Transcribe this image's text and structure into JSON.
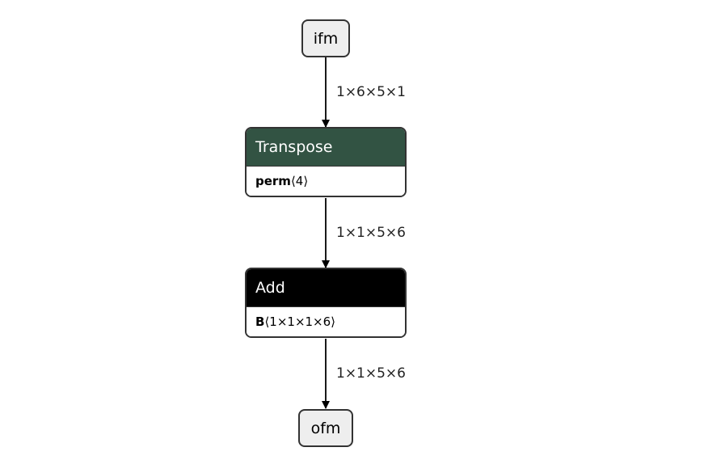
{
  "colors": {
    "transpose_header": "#325343",
    "add_header": "#000000",
    "io_fill": "#eeeeee",
    "border": "#333333"
  },
  "nodes": {
    "input": {
      "label": "ifm"
    },
    "transpose": {
      "title": "Transpose",
      "attr_name": "perm",
      "attr_value": "⟨4⟩"
    },
    "add": {
      "title": "Add",
      "attr_name": "B",
      "attr_value": "⟨1×1×1×6⟩"
    },
    "output": {
      "label": "ofm"
    }
  },
  "edges": [
    {
      "label": "1×6×5×1"
    },
    {
      "label": "1×1×5×6"
    },
    {
      "label": "1×1×5×6"
    }
  ]
}
